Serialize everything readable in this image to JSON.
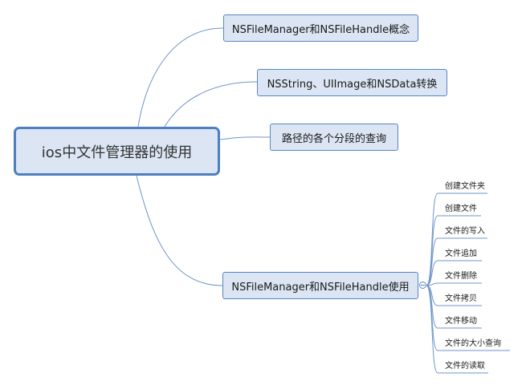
{
  "root": {
    "label": "ios中文件管理器的使用"
  },
  "branches": [
    {
      "label": "NSFileManager和NSFileHandle概念"
    },
    {
      "label": "NSString、UIImage和NSData转换"
    },
    {
      "label": "路径的各个分段的查询"
    },
    {
      "label": "NSFileManager和NSFileHandle使用",
      "children": [
        {
          "label": "创建文件夹"
        },
        {
          "label": "创建文件"
        },
        {
          "label": "文件的写入"
        },
        {
          "label": "文件追加"
        },
        {
          "label": "文件删除"
        },
        {
          "label": "文件拷贝"
        },
        {
          "label": "文件移动"
        },
        {
          "label": "文件的大小查询"
        },
        {
          "label": "文件的读取"
        }
      ]
    }
  ],
  "colors": {
    "node_fill": "#dbe5f3",
    "node_border": "#5a86c0",
    "connector": "#6f95c8"
  }
}
